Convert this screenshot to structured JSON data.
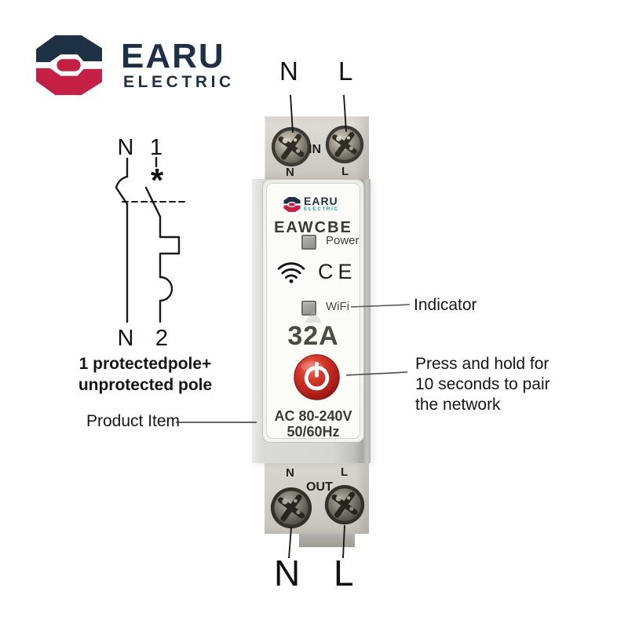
{
  "colors": {
    "logo_navy": "#1e3144",
    "logo_red": "#c41f45",
    "logo_teal": "#2aa39e",
    "button_red": "#b5231d",
    "device_gray": "#d6d6d2",
    "panel_white": "#fbfbf7"
  },
  "brand": {
    "wordmark": "EARU",
    "subtitle": "ELECTRIC"
  },
  "top_terminals": {
    "n_label": "N",
    "l_label": "L"
  },
  "bottom_terminals": {
    "n_label": "N",
    "l_label": "L"
  },
  "device": {
    "in_label": "IN",
    "in_n": "N",
    "in_l": "L",
    "brand": "EARU",
    "brand_subtitle": "ELECTRIC",
    "model": "EAWCBE",
    "power_led_label": "Power",
    "ce_mark": "CE",
    "wifi_led_label": "WiFi",
    "current_rating": "32A",
    "voltage": "AC 80-240V",
    "frequency": "50/60Hz",
    "out_label": "OUT",
    "out_n": "N",
    "out_l": "L"
  },
  "wiring_diagram": {
    "top_left": "N",
    "top_right": "1",
    "star": "*",
    "bottom_left": "N",
    "bottom_right": "2",
    "caption_line1": "1 protectedpole+",
    "caption_line2": "unprotected pole"
  },
  "annotations": {
    "product_item": "Product Item",
    "indicator": "Indicator",
    "press_hold_line1": "Press and hold for",
    "press_hold_line2": "10 seconds to pair",
    "press_hold_line3": "the network"
  }
}
